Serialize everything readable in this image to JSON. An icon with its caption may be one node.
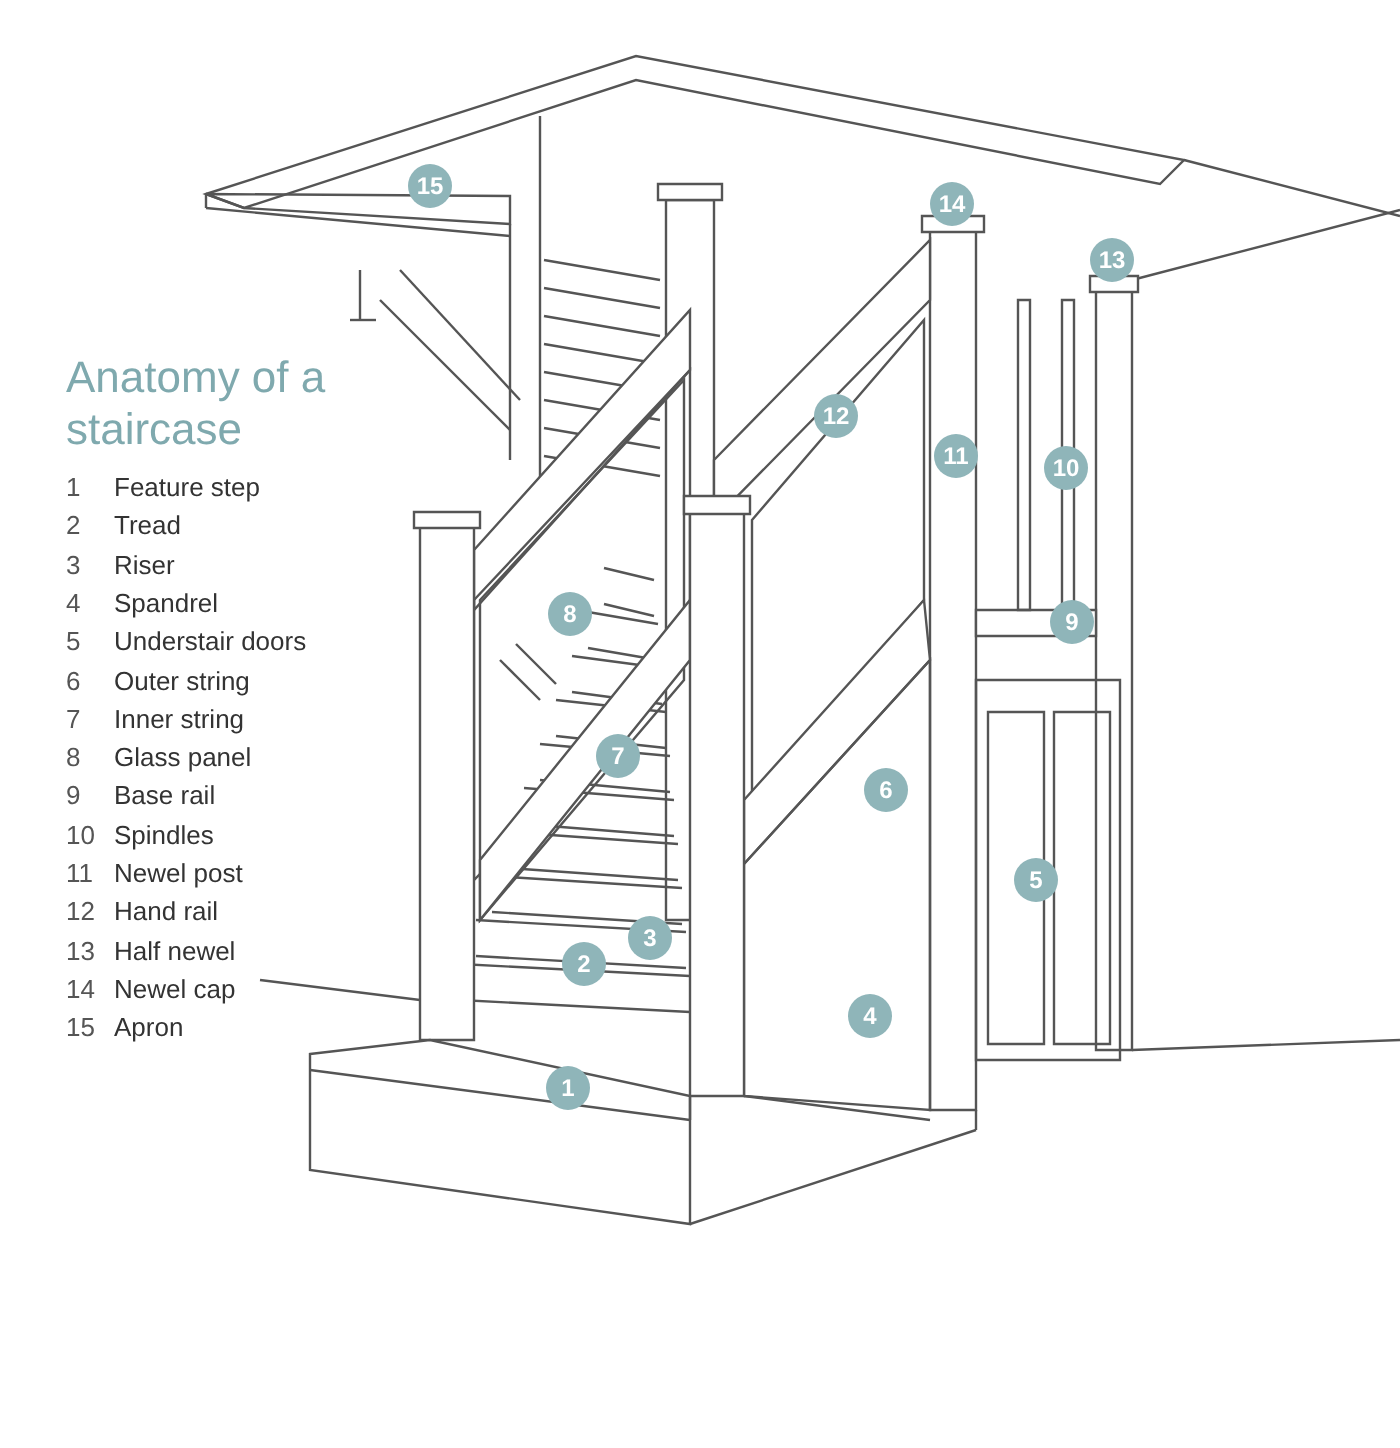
{
  "diagram": {
    "title": "Anatomy of a staircase",
    "nodes": [
      {
        "text": [
          "15"
        ]
      },
      {
        "text": [
          "14"
        ]
      },
      {
        "text": [
          "13"
        ]
      },
      {
        "text": [
          "12"
        ]
      },
      {
        "text": [
          "11"
        ]
      },
      {
        "text": [
          "10"
        ]
      },
      {
        "text": [
          "8"
        ]
      },
      {
        "text": [
          "9"
        ]
      },
      {
        "text": [
          "7"
        ]
      },
      {
        "text": [
          "6"
        ]
      },
      {
        "text": [
          "5"
        ]
      },
      {
        "text": [
          "3"
        ]
      },
      {
        "text": [
          "2"
        ]
      },
      {
        "text": [
          "4"
        ]
      },
      {
        "text": [
          "1"
        ]
      }
    ],
    "labels": [
      "1",
      "Feature step",
      "2",
      "Tread",
      "3",
      "Riser",
      "4",
      "Spandrel",
      "5",
      "Understair doors",
      "6",
      "Outer string",
      "7",
      "Inner string",
      "8",
      "Glass panel",
      "9",
      "Base rail",
      "10",
      "Spindles",
      "11",
      "Newel post",
      "12",
      "Hand rail",
      "13",
      "Half newel",
      "14",
      "Newel cap",
      "15",
      "Apron"
    ]
  }
}
